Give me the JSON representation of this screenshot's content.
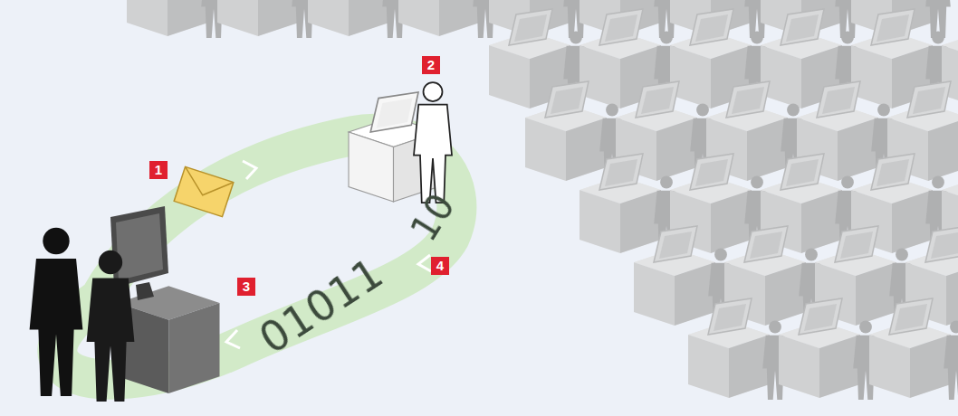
{
  "diagram": {
    "labels": [
      "1",
      "2",
      "3",
      "4",
      "01011",
      "10"
    ]
  }
}
